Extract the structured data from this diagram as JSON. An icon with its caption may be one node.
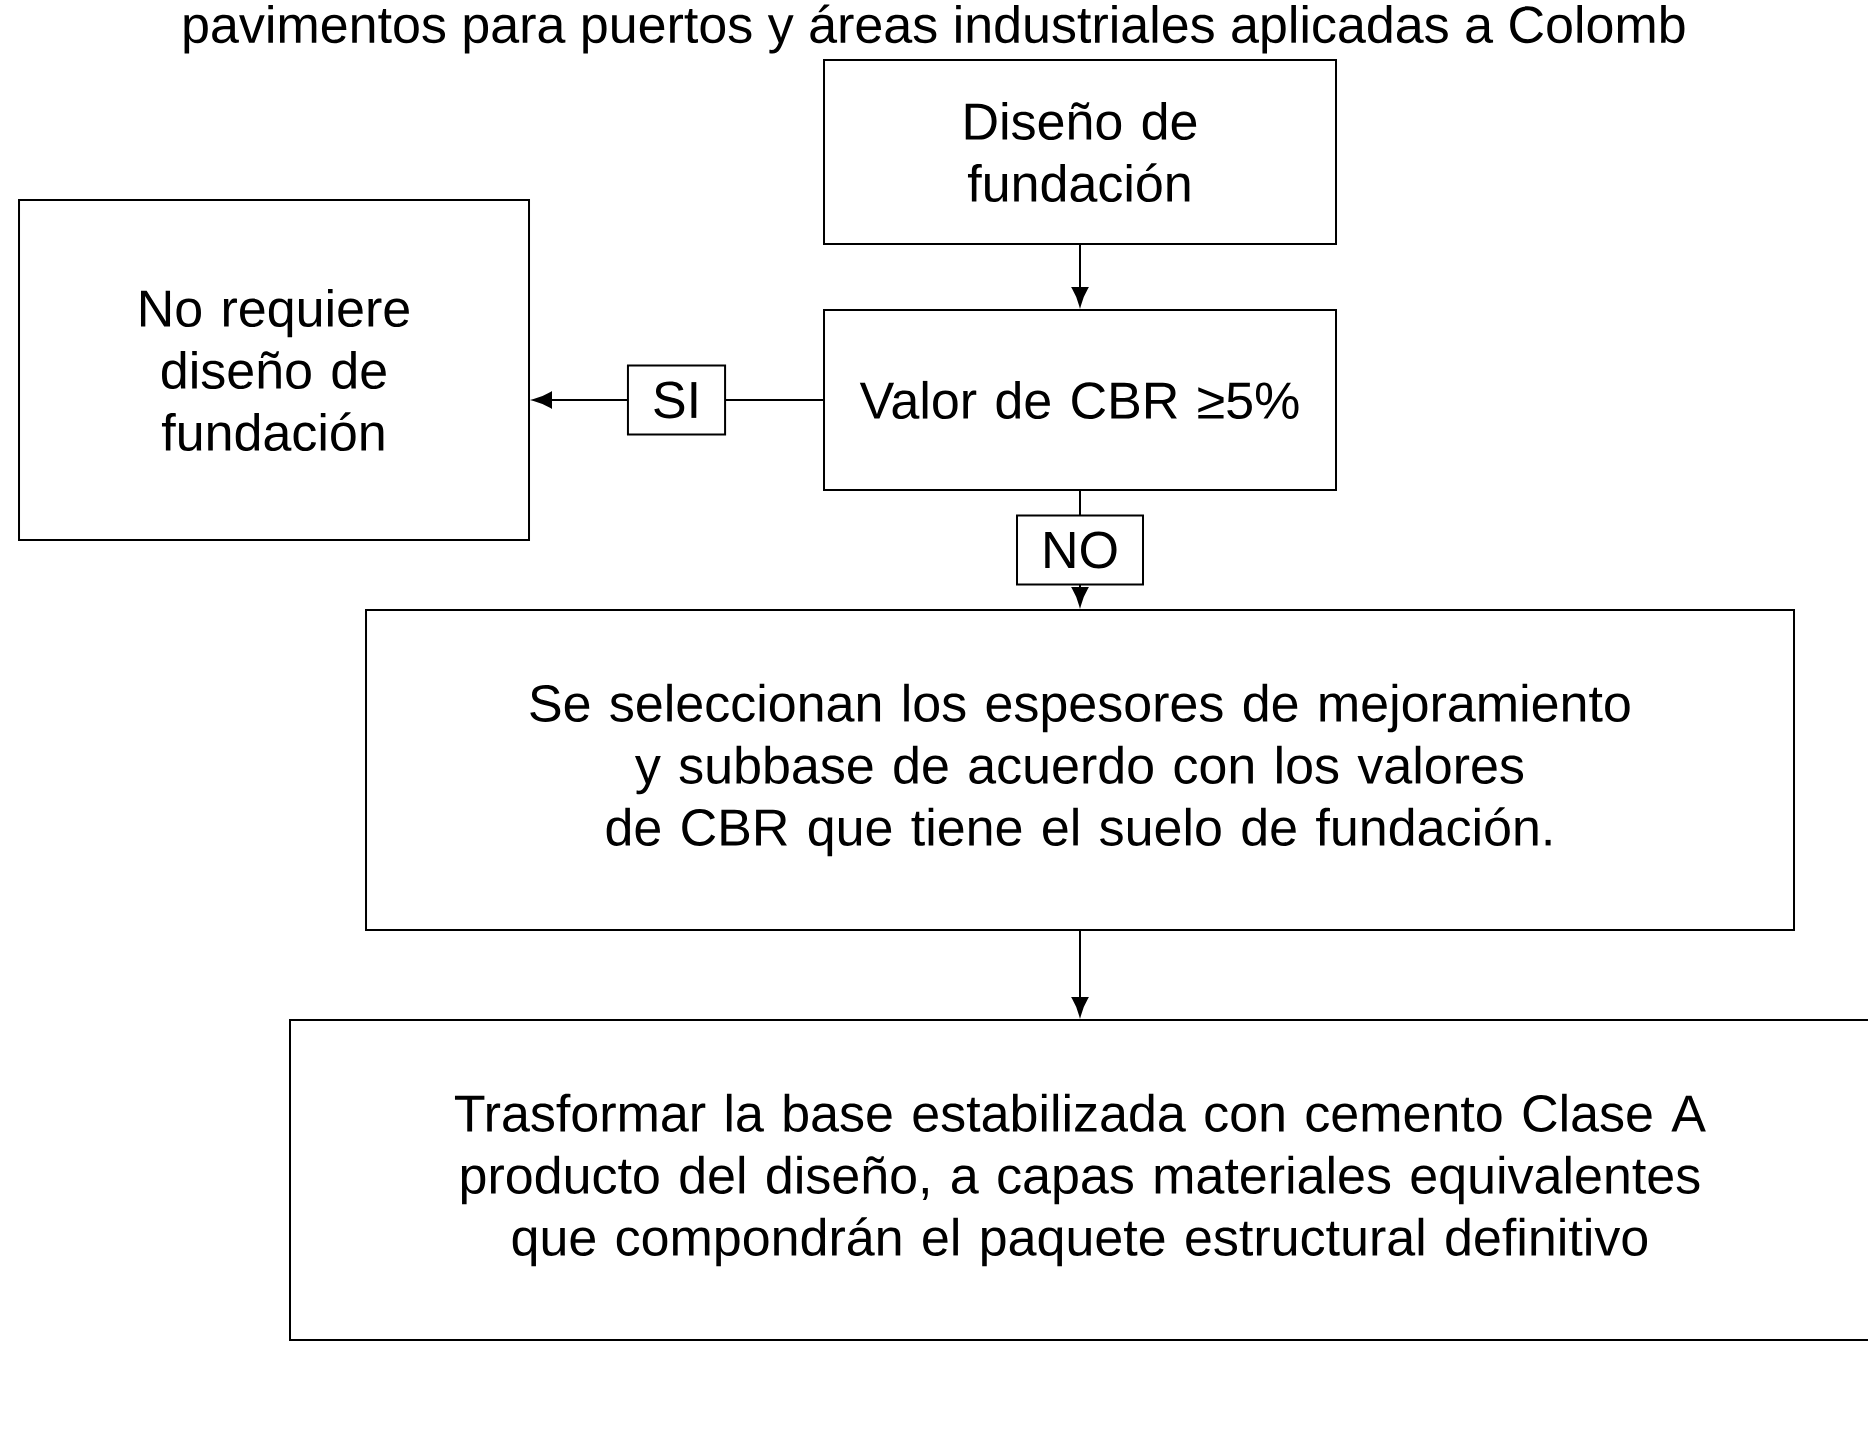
{
  "diagram": {
    "nodes": [
      {
        "text": [
          "Diseño de fundación"
        ]
      },
      {
        "text": [
          "Valor de CBR ≥5%"
        ]
      },
      {
        "text": [
          "No requiere diseño de fundación"
        ]
      },
      {
        "text": [
          "Se seleccionan los espesores de mejoramiento y subbase de acuerdo con los valores de CBR que tiene el suelo de fundación."
        ]
      },
      {
        "text": [
          "Trasformar la base estabilizada con cemento Clase A producto del diseño, a capas materiales equivalentes que compondrán el paquete estructural definitivo"
        ]
      }
    ],
    "edges": [
      {
        "from": 0,
        "to": 1,
        "arrow": "to"
      },
      {
        "from": 1,
        "to": 2,
        "arrow": "to",
        "label": "SI"
      },
      {
        "from": 1,
        "to": 3,
        "arrow": "to",
        "label": "NO"
      },
      {
        "from": 3,
        "to": 4,
        "arrow": "to"
      }
    ],
    "labels": [
      "pavimentos para puertos y áreas industriales aplicadas a Colomb"
    ]
  }
}
